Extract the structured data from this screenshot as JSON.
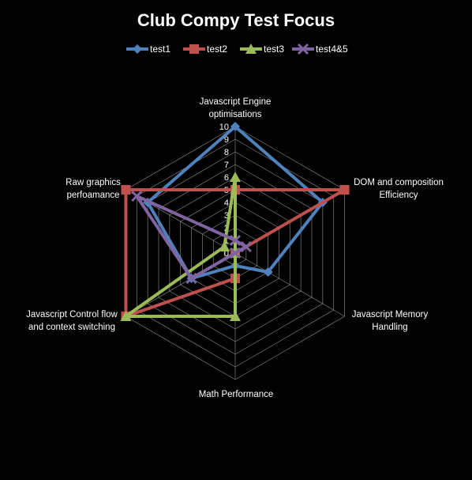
{
  "chart_data": {
    "type": "radar",
    "title": "Club Compy Test Focus",
    "axes": [
      "Javascript Engine optimisations",
      "DOM and composition Efficiency",
      "Javascript Memory Handling",
      "Math Performance",
      "Javascript Control flow and context switching",
      "Raw graphics perfoamance"
    ],
    "axis_label_lines": [
      [
        "Javascript Engine",
        "optimisations"
      ],
      [
        "DOM and composition",
        "Efficiency"
      ],
      [
        "Javascript Memory",
        "Handling"
      ],
      [
        "Math Performance"
      ],
      [
        "Javascript Control flow",
        "and context switching"
      ],
      [
        "Raw graphics",
        "perfoamance"
      ]
    ],
    "range": [
      0,
      10
    ],
    "ticks": [
      "0",
      "1",
      "2",
      "3",
      "4",
      "5",
      "6",
      "7",
      "8",
      "9",
      "10"
    ],
    "grid": true,
    "legend_position": "top",
    "series": [
      {
        "name": "test1",
        "color": "#4f81bd",
        "marker": "diamond",
        "values": [
          10,
          8,
          3,
          1,
          4,
          8
        ]
      },
      {
        "name": "test2",
        "color": "#c0504d",
        "marker": "square",
        "values": [
          5,
          10,
          0,
          2,
          10,
          10
        ]
      },
      {
        "name": "test3",
        "color": "#9bbb59",
        "marker": "triangle",
        "values": [
          6,
          0,
          0,
          5,
          10,
          1
        ]
      },
      {
        "name": "test4&5",
        "color": "#8064a2",
        "marker": "x",
        "values": [
          1,
          1,
          0,
          0,
          4,
          9
        ]
      }
    ]
  }
}
